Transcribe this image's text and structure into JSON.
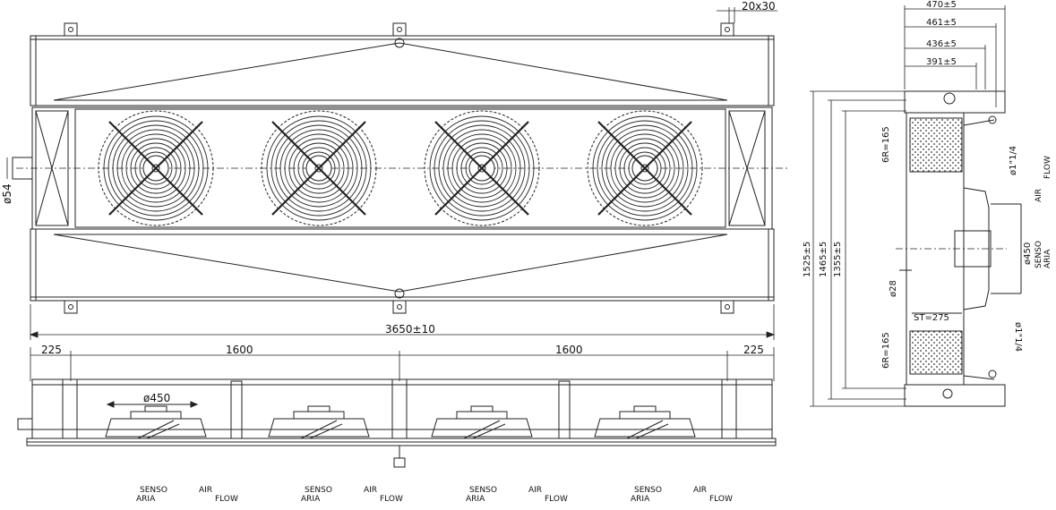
{
  "dimensions": {
    "total_length": "3650±10",
    "end_left": "225",
    "spacing_1": "1600",
    "spacing_2": "1600",
    "end_right": "225",
    "fan_diameter": "ø450",
    "left_pipe": "ø54",
    "bracket": "20x30",
    "side_w1": "470±5",
    "side_w2": "461±5",
    "side_w3": "436±5",
    "side_w4": "391±5",
    "height_1": "1525±5",
    "height_2": "1465±5",
    "height_3": "1355±5",
    "tube_rows_top": "6R=165",
    "tube_rows_bottom": "6R=165",
    "connection_top": "ø1\"1/4",
    "connection_bottom": "ø1\"1/4",
    "pitch": "ST=275",
    "inner_pipe": "ø28",
    "side_fan": "ø450"
  },
  "airflow": {
    "senso": "SENSO",
    "aria": "ARIA",
    "air": "AIR",
    "flow": "FLOW"
  },
  "fans": {
    "count": 4
  },
  "colors": {
    "line": "#222222",
    "hatch": "#555555",
    "background": "#ffffff"
  }
}
